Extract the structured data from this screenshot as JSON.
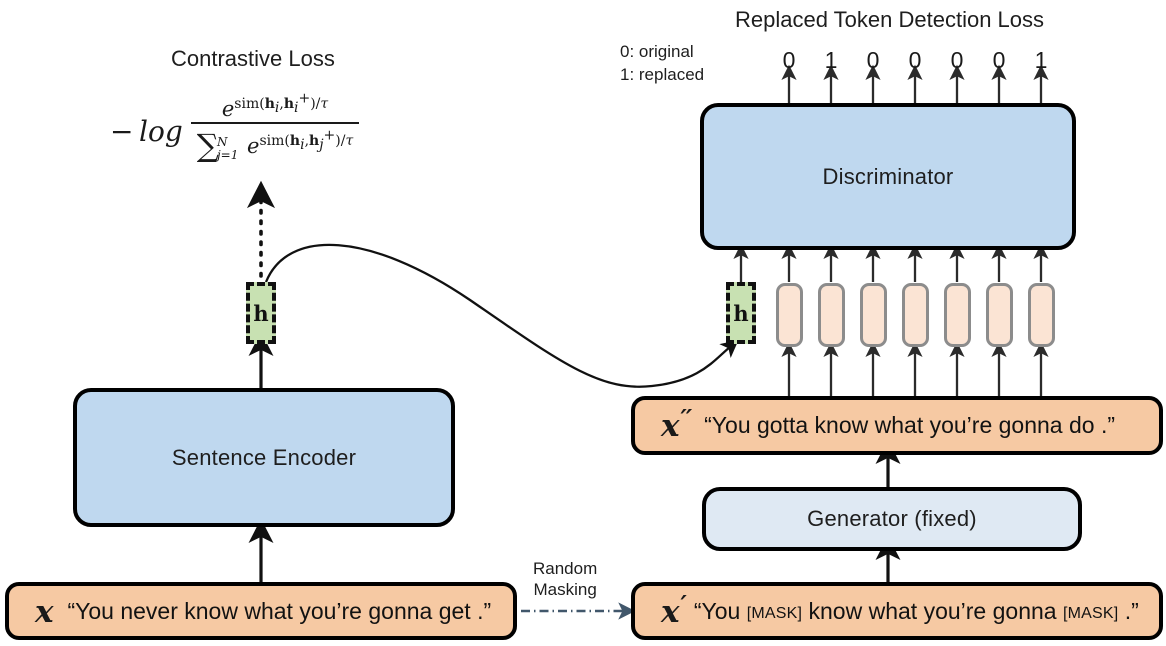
{
  "left": {
    "loss_title": "Contrastive Loss",
    "formula": {
      "prefix": "− log",
      "numerator": "e^{sim(h_i, h_i^+)/τ}",
      "denominator": "∑_{j=1}^{N} e^{sim(h_i, h_j^+)/τ}",
      "tau": "τ",
      "N": "N",
      "sum_lower": "j=1",
      "sim": "sim",
      "e": "e",
      "log": "log",
      "minus": "−"
    },
    "h_label": "h",
    "encoder_label": "Sentence Encoder",
    "input": {
      "symbol": "x",
      "prime": "",
      "text": "“You never know what you’re gonna get .”"
    }
  },
  "masking": {
    "line1": "Random",
    "line2": "Masking"
  },
  "right": {
    "loss_title": "Replaced Token Detection Loss",
    "legend": {
      "line1": "0: original",
      "line2": "1: replaced"
    },
    "labels": [
      "0",
      "1",
      "0",
      "0",
      "0",
      "0",
      "1"
    ],
    "discriminator_label": "Discriminator",
    "h_label": "h",
    "token_count": 7,
    "x_double_prime": {
      "symbol": "x",
      "prime": "′′",
      "text": "“You gotta know what you’re gonna do .”"
    },
    "generator_label": "Generator (fixed)",
    "x_prime": {
      "symbol": "x",
      "prime": "′",
      "text_before": "“You ",
      "mask1": "[MASK]",
      "text_middle": " know what you’re gonna ",
      "mask2": "[MASK]",
      "text_after": " .”"
    }
  },
  "colors": {
    "encoder_blue": "#bfd8ef",
    "generator_blue": "#dfe9f3",
    "sentence_peach": "#f6c9a3",
    "token_peach": "#fbe4d4",
    "token_border": "#8c8c8c",
    "h_green": "#c8e1b2",
    "stroke": "#111111",
    "mask_arrow": "#41576b"
  }
}
